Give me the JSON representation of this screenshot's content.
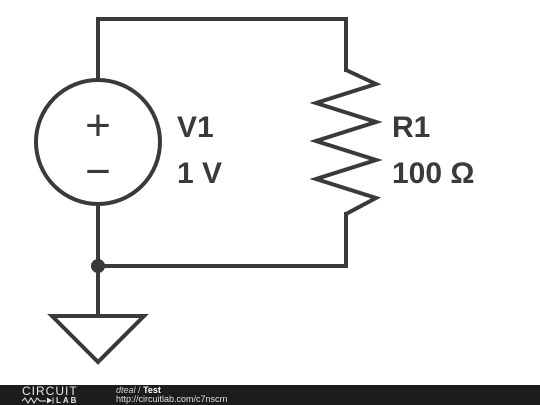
{
  "schematic": {
    "source": {
      "name": "V1",
      "value": "1 V",
      "plus": "+",
      "minus": "−"
    },
    "resistor": {
      "name": "R1",
      "value": "100 Ω"
    },
    "colors": {
      "ink": "#3a3a3a",
      "background": "#ffffff"
    }
  },
  "footer": {
    "logo_top": "CIRCUIT",
    "logo_bottom": "LAB",
    "author": "dteal",
    "separator": "/",
    "title": "Test",
    "url": "http://circuitlab.com/c7nscrn",
    "background": "#1c1c1c"
  }
}
